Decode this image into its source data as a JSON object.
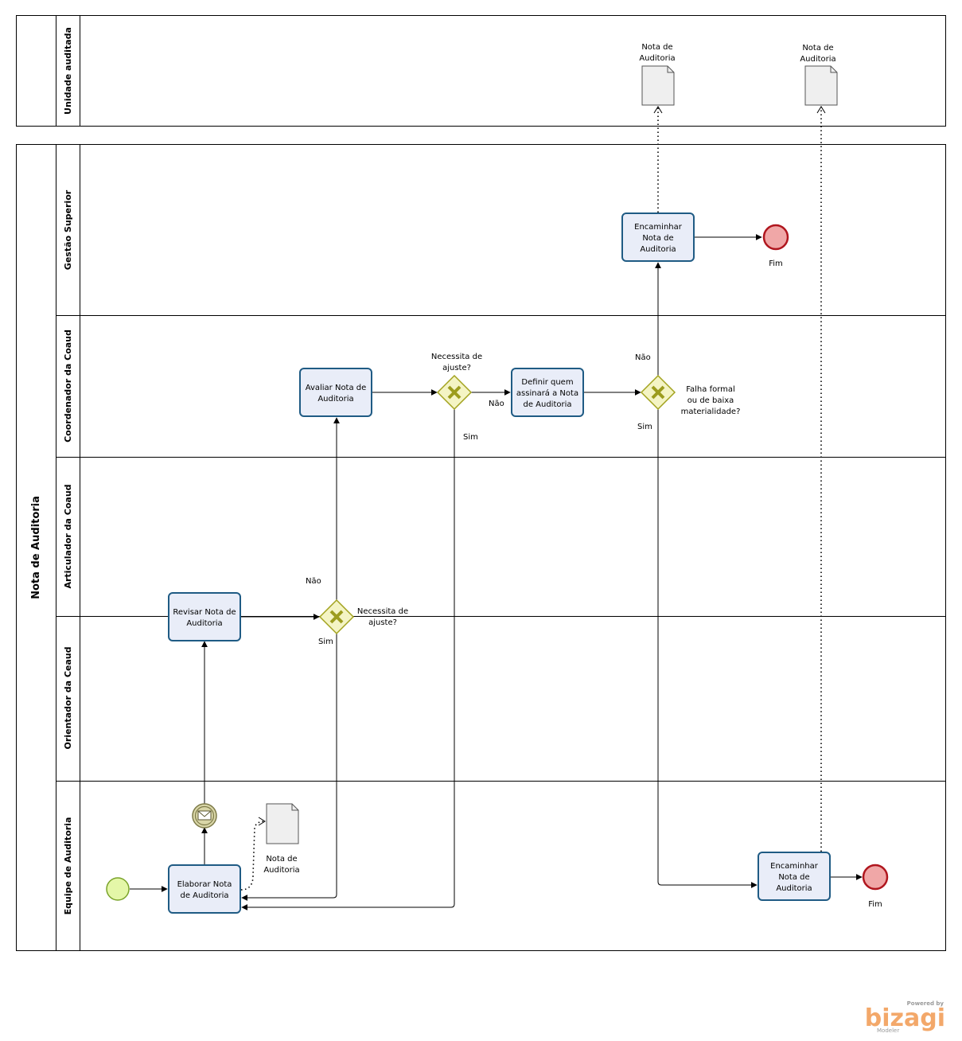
{
  "pools": {
    "top_lane": "Unidade auditada",
    "main_pool": "Nota de Auditoria"
  },
  "lanes": {
    "gestao": "Gestão Superior",
    "coordenador": "Coordenador da Coaud",
    "articulador": "Articulador da Coaud",
    "orientador": "Orientador da Ceaud",
    "equipe": "Equipe de Auditoria"
  },
  "tasks": {
    "elaborar": [
      "Elaborar Nota",
      "de Auditoria"
    ],
    "revisar": [
      "Revisar Nota de",
      "Auditoria"
    ],
    "avaliar": [
      "Avaliar Nota de",
      "Auditoria"
    ],
    "definir": [
      "Definir quem",
      "assinará a Nota",
      "de Auditoria"
    ],
    "encaminhar_gestao": [
      "Encaminhar",
      "Nota de",
      "Auditoria"
    ],
    "encaminhar_equipe": [
      "Encaminhar",
      "Nota de",
      "Auditoria"
    ]
  },
  "gateways": {
    "gw_coord1": [
      "Necessita de",
      "ajuste?"
    ],
    "gw_art": [
      "Necessita de",
      "ajuste?"
    ],
    "gw_coord2": [
      "Falha formal",
      "ou de baixa",
      "materialidade?"
    ]
  },
  "flow_labels": {
    "nao_coord1": "Não",
    "sim_coord1": "Sim",
    "nao_art": "Não",
    "sim_art": "Sim",
    "nao_coord2": "Não",
    "sim_coord2": "Sim"
  },
  "documents": {
    "doc_unidade1": [
      "Nota de",
      "Auditoria"
    ],
    "doc_unidade2": [
      "Nota de",
      "Auditoria"
    ],
    "doc_equipe": [
      "Nota de",
      "Auditoria"
    ]
  },
  "events": {
    "fim_gestao": "Fim",
    "fim_equipe": "Fim"
  },
  "colors": {
    "task_fill": "#e9edf8",
    "task_stroke": "#1f5b84",
    "gateway_fill": "#f4f4c4",
    "gateway_stroke": "#a3a31f",
    "gateway_mark": "#9c9c1e",
    "start_fill": "#e4f7a8",
    "start_stroke": "#7aa32a",
    "end_fill": "#f0a7a7",
    "end_stroke": "#b0161e",
    "message_fill": "#d9d6a8"
  },
  "branding": {
    "powered": "Powered by",
    "name": "bizagi",
    "sub": "Modeler"
  }
}
